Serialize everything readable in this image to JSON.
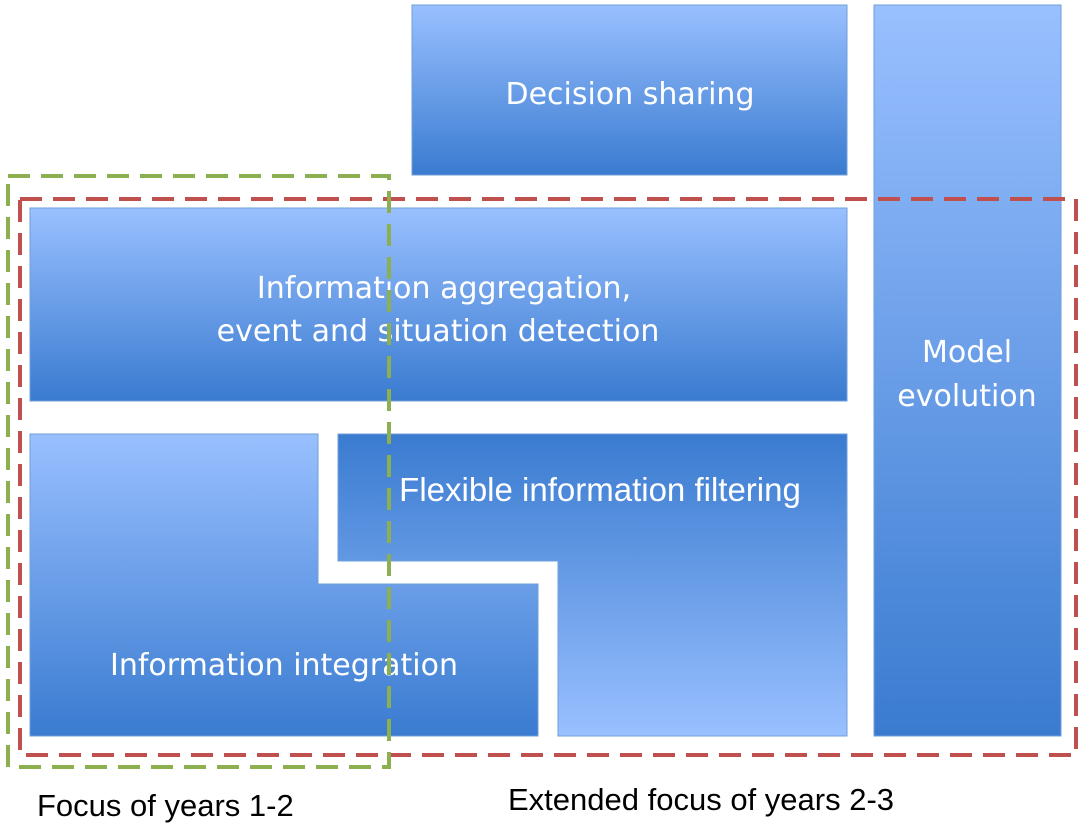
{
  "blocks": {
    "decision_sharing": "Decision sharing",
    "aggregation_line1": "Information aggregation,",
    "aggregation_line2": "event and situation detection",
    "model_line1": "Model",
    "model_line2": "evolution",
    "filtering": "Flexible information filtering",
    "integration": "Information integration"
  },
  "captions": {
    "focus_1_2": "Focus of years 1-2",
    "extended_2_3": "Extended focus of years 2-3"
  },
  "colors": {
    "block_light": "#99c0ff",
    "block_dark": "#3a7bd0",
    "green_dash": "#8cb04f",
    "red_dash": "#c0504d"
  }
}
